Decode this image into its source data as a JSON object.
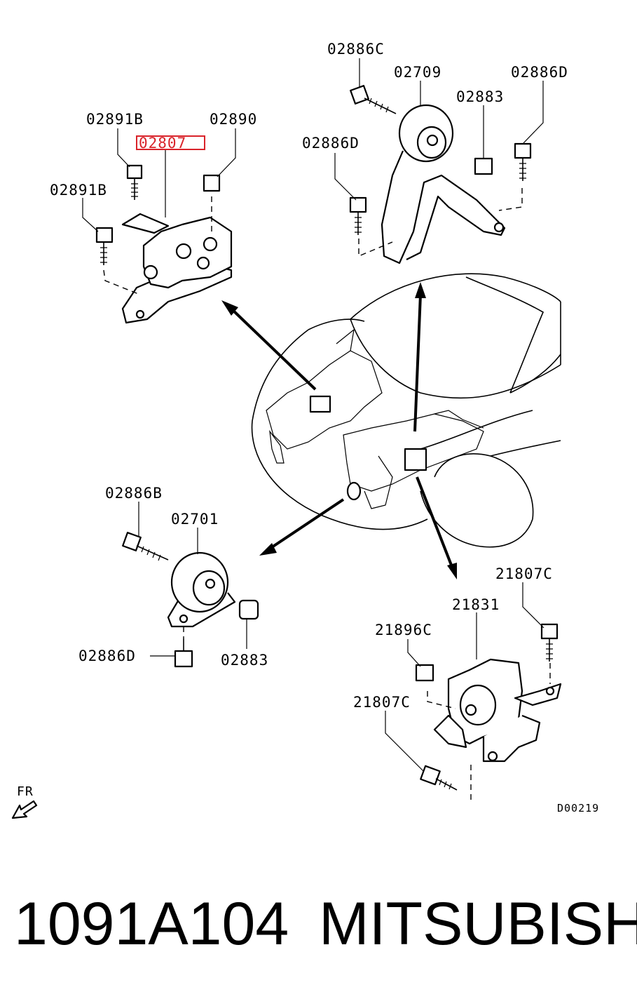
{
  "labels": {
    "p02886C": "02886C",
    "p02709": "02709",
    "p02886D_top": "02886D",
    "p02883_top": "02883",
    "p02891B_a": "02891B",
    "p02890": "02890",
    "p02807": "02807",
    "p02886D_left": "02886D",
    "p02891B_b": "02891B",
    "p02886B": "02886B",
    "p02701": "02701",
    "p02886D_bottom": "02886D",
    "p02883_bottom": "02883",
    "p21807C_a": "21807C",
    "p21831": "21831",
    "p21896C": "21896C",
    "p21807C_b": "21807C"
  },
  "direction_label": "FR",
  "diagram_code": "D00219",
  "highlight_color": "#d9232a",
  "footer": {
    "part_number": "1091A104",
    "brand": "MITSUBISHI"
  }
}
